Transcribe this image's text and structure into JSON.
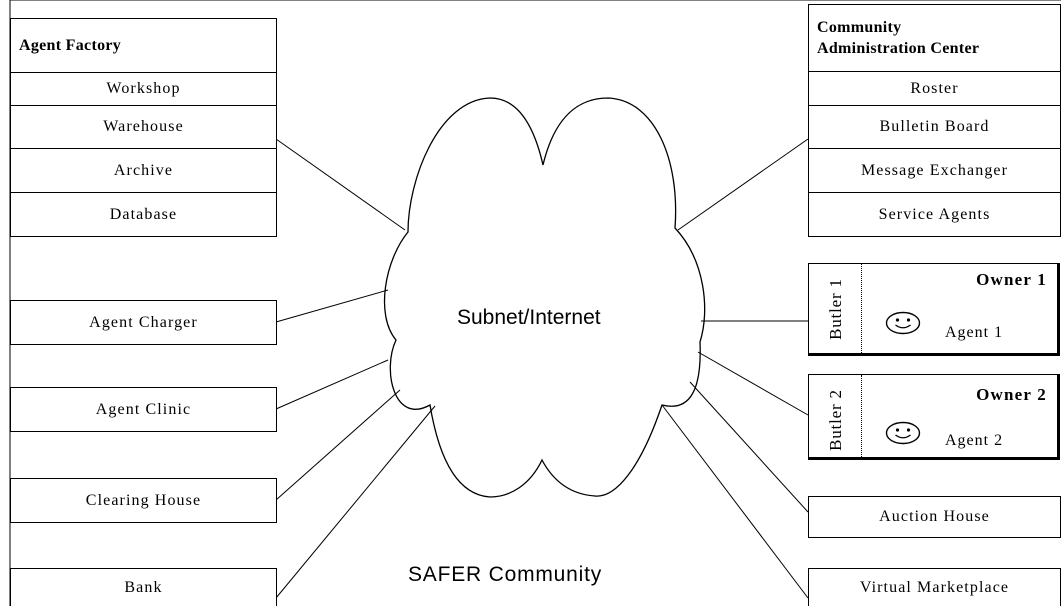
{
  "agent_factory": {
    "title": "Agent Factory",
    "items": [
      "Workshop",
      "Warehouse",
      "Archive",
      "Database"
    ]
  },
  "community_admin": {
    "title_line1": "Community",
    "title_line2": "Administration Center",
    "items": [
      "Roster",
      "Bulletin Board",
      "Message Exchanger",
      "Service Agents"
    ]
  },
  "left_services": [
    "Agent Charger",
    "Agent Clinic",
    "Clearing House",
    "Bank"
  ],
  "right_services": [
    "Auction House",
    "Virtual Marketplace"
  ],
  "owners": [
    {
      "butler": "Butler 1",
      "owner": "Owner 1",
      "agent": "Agent 1",
      "icon": "smiley-icon"
    },
    {
      "butler": "Butler 2",
      "owner": "Owner 2",
      "agent": "Agent 2",
      "icon": "smiley-icon"
    }
  ],
  "cloud_label": "Subnet/Internet",
  "community_label": "SAFER Community"
}
